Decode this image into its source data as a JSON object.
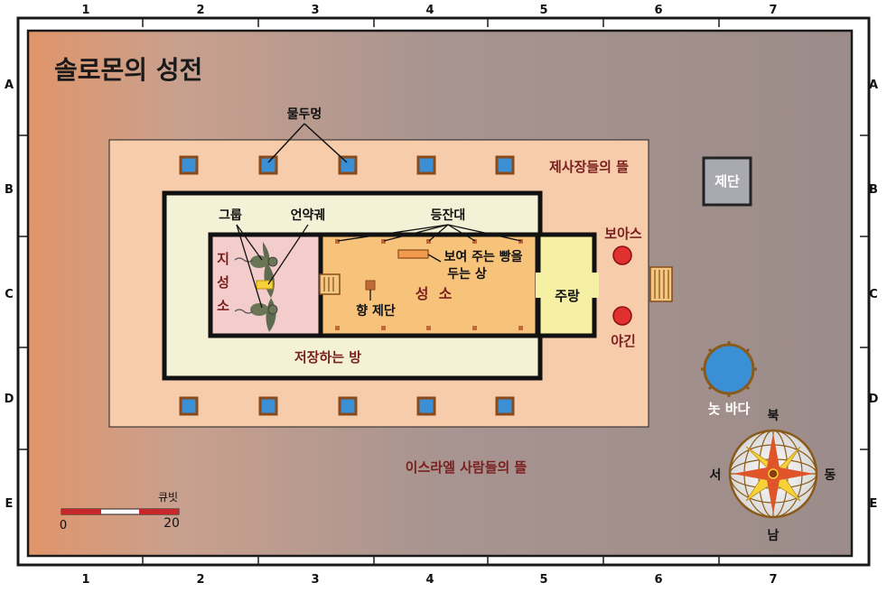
{
  "title": "솔로몬의 성전",
  "grid": {
    "columns": [
      "1",
      "2",
      "3",
      "4",
      "5",
      "6",
      "7"
    ],
    "rows": [
      "A",
      "B",
      "C",
      "D",
      "E"
    ]
  },
  "labels": {
    "pillars_bowls": "물두멍",
    "priests_court": "제사장들의 뜰",
    "altar": "제단",
    "cherubim": "그룹",
    "ark": "언약궤",
    "lampstands": "등잔대",
    "boaz": "보아스",
    "showbread_line1": "보여 주는 빵을",
    "showbread_line2": "두는 상",
    "holiest_1": "지",
    "holiest_2": "성",
    "holiest_3": "소",
    "incense_altar": "향 제단",
    "holy_place": "성  소",
    "porch": "주랑",
    "jachin": "야긴",
    "storerooms": "저장하는 방",
    "molten_sea": "놋 바다",
    "israel_court": "이스라엘 사람들의 뜰"
  },
  "compass": {
    "north": "북",
    "south": "남",
    "east": "동",
    "west": "서"
  },
  "scale": {
    "unit": "큐빗",
    "min": "0",
    "max": "20"
  },
  "colors": {
    "label_dark_red": "#7a1f1f",
    "pillar_blue": "#3b8fd4",
    "pillar_frame": "#8a4a1a",
    "inner_court": "#f6ccab",
    "holy_place": "#f7c37a",
    "holiest": "#f3cdcb",
    "storerooms": "#f3f2d6",
    "porch": "#f5f0a3",
    "red_pillar": "#e03030"
  }
}
